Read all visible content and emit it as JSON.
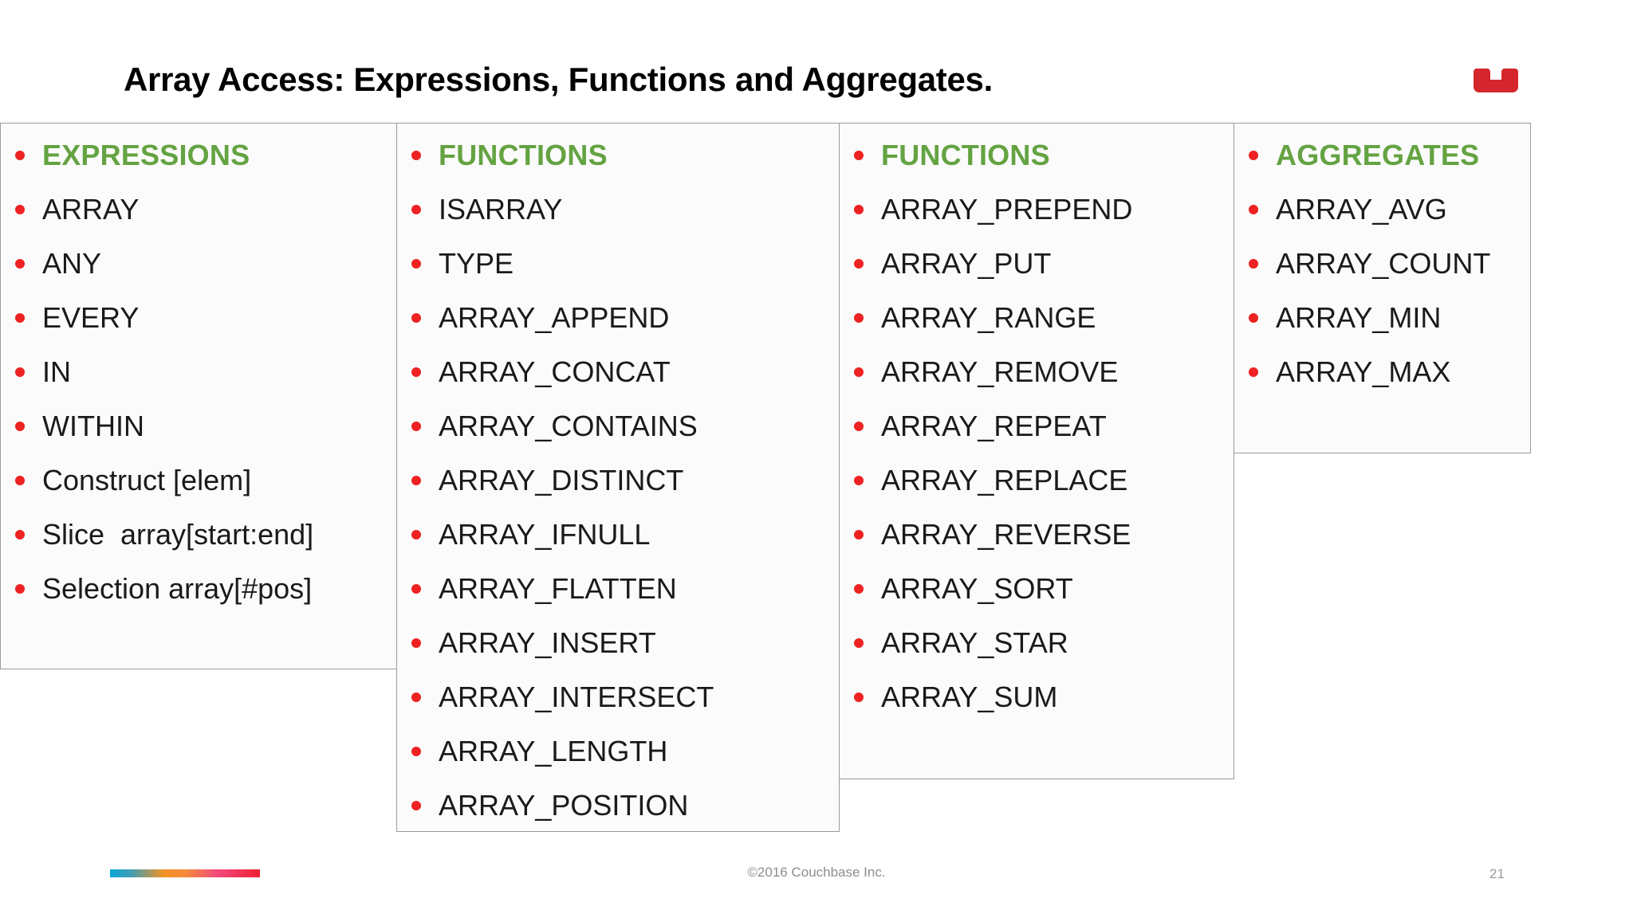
{
  "slide": {
    "title": "Array Access: Expressions, Functions and Aggregates.",
    "logo_icon": "couchbase-logo-icon",
    "accent_green": "#64a342",
    "bullet_red": "#ee2222",
    "rule_color": "#5b7f8c"
  },
  "columns": [
    {
      "id": "expressions",
      "heading": "EXPRESSIONS",
      "items": [
        "ARRAY",
        "ANY",
        "EVERY",
        "IN",
        "WITHIN",
        "Construct [elem]",
        "Slice  array[start:end]",
        "Selection array[#pos]"
      ]
    },
    {
      "id": "functions-1",
      "heading": "FUNCTIONS",
      "items": [
        "ISARRAY",
        "TYPE",
        "ARRAY_APPEND",
        "ARRAY_CONCAT",
        "ARRAY_CONTAINS",
        "ARRAY_DISTINCT",
        "ARRAY_IFNULL",
        "ARRAY_FLATTEN",
        "ARRAY_INSERT",
        "ARRAY_INTERSECT",
        "ARRAY_LENGTH",
        "ARRAY_POSITION"
      ]
    },
    {
      "id": "functions-2",
      "heading": "FUNCTIONS",
      "items": [
        "ARRAY_PREPEND",
        "ARRAY_PUT",
        "ARRAY_RANGE",
        "ARRAY_REMOVE",
        "ARRAY_REPEAT",
        "ARRAY_REPLACE",
        "ARRAY_REVERSE",
        "ARRAY_SORT",
        "ARRAY_STAR",
        "ARRAY_SUM"
      ]
    },
    {
      "id": "aggregates",
      "heading": "AGGREGATES",
      "items": [
        "ARRAY_AVG",
        "ARRAY_COUNT",
        "ARRAY_MIN",
        "ARRAY_MAX"
      ]
    }
  ],
  "footer": {
    "copyright": "©2016 Couchbase Inc.",
    "page_number": "21"
  }
}
